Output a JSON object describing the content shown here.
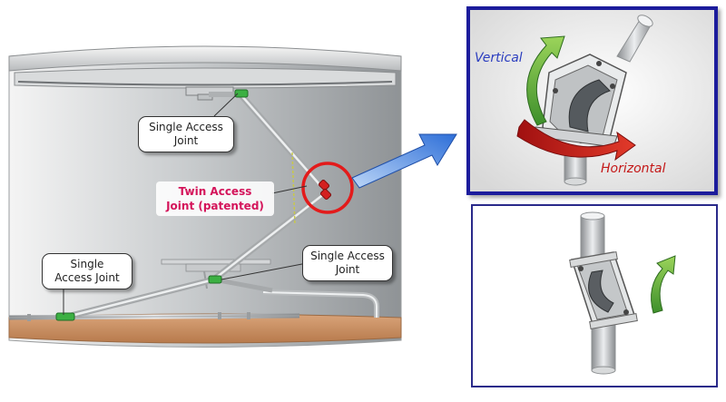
{
  "colors": {
    "twin_label": "#d4145a",
    "vertical_label": "#2b3dbf",
    "horizontal_label": "#c41818",
    "joint_green": "#3cb043",
    "joint_red": "#d42020",
    "panel_border_top": "#1a1a9c",
    "panel_border_bottom": "#2a2a8a",
    "arrow_blue": "#2e6fd8",
    "tank_floor": "#c48a5a",
    "highlight_circle": "#e31b1b"
  },
  "diagram": {
    "callouts": {
      "top_single": {
        "line1": "Single Access",
        "line2": "Joint"
      },
      "twin": {
        "line1": "Twin Access",
        "line2": "Joint (patented)"
      },
      "bottom_left_single": {
        "line1": "Single",
        "line2": "Access Joint"
      },
      "bottom_right_single": {
        "line1": "Single Access",
        "line2": "Joint"
      }
    },
    "detail_top": {
      "vertical_label": "Vertical",
      "horizontal_label": "Horizontal"
    }
  }
}
